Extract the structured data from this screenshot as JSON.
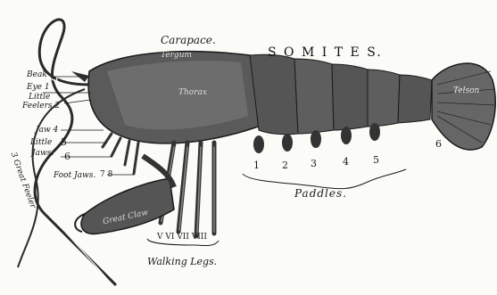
{
  "labels": {
    "carapace": "Carapace.",
    "carapace_inner": "Tergum",
    "thorax_inner": "Thorax",
    "somites": "S O M I T E S.",
    "telson": "Telson",
    "beak": "Beak",
    "eye": "Eye 1",
    "little_feelers_a": "Little",
    "little_feelers_b": "Feelers 2",
    "jaw": "Jaw 4",
    "little_jaws_a": "Little",
    "little_jaws_b": "Jaws.",
    "little_jaws_num5": "5",
    "little_jaws_num6": "6",
    "foot_jaws": "Foot Jaws.",
    "foot_jaws_nums": "7 8",
    "claw": "Great Claw",
    "feeler": "3 Great Feeler",
    "paddles": "Paddles.",
    "walking_legs": "Walking Legs.",
    "walking_nums": "V VI VII VIII",
    "somite_six": "6"
  },
  "paddle_numbers": [
    "1",
    "2",
    "3",
    "4",
    "5"
  ]
}
